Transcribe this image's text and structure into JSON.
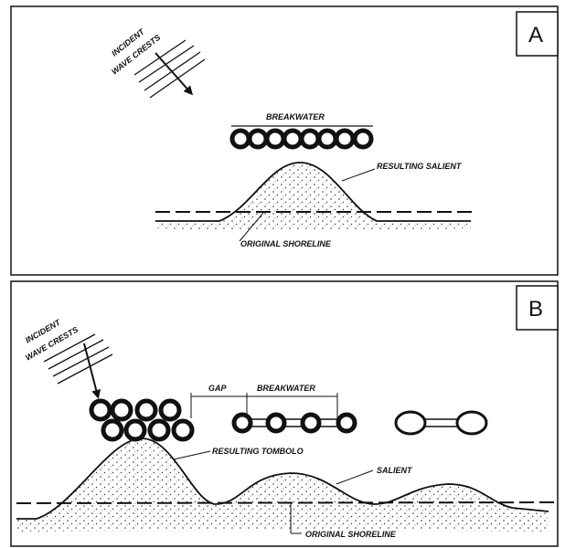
{
  "panel_a": {
    "letter": "A",
    "incident_line1": "INCIDENT",
    "incident_line2": "WAVE CRESTS",
    "breakwater": "BREAKWATER",
    "resulting": "RESULTING SALIENT",
    "shoreline": "ORIGINAL SHORELINE"
  },
  "panel_b": {
    "letter": "B",
    "incident_line1": "INCIDENT",
    "incident_line2": "WAVE CRESTS",
    "gap": "GAP",
    "breakwater": "BREAKWATER",
    "resulting": "RESULTING TOMBOLO",
    "salient": "SALIENT",
    "shoreline": "ORIGINAL SHORELINE"
  }
}
